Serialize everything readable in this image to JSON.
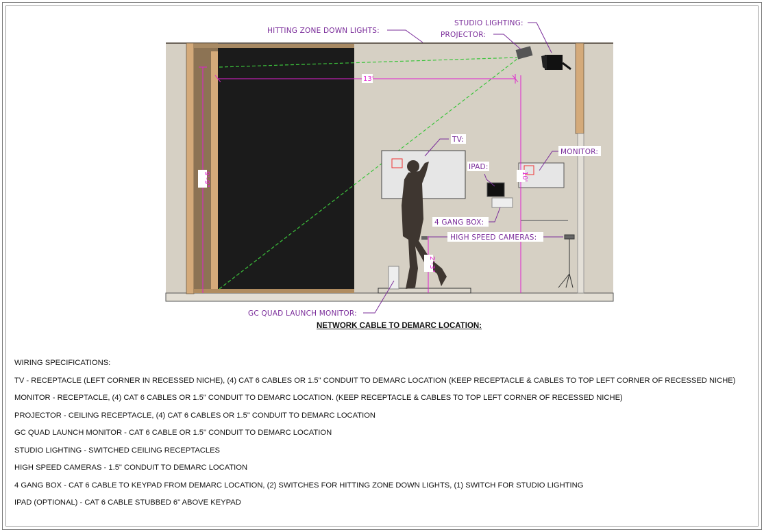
{
  "labels": {
    "hitting_zone": "HITTING ZONE DOWN LIGHTS:",
    "studio_lighting": "STUDIO LIGHTING:",
    "projector": "PROJECTOR:",
    "tv": "TV:",
    "ipad": "IPAD:",
    "monitor": "MONITOR:",
    "gang_box": "4 GANG BOX:",
    "cameras": "HIGH SPEED CAMERAS:",
    "launch_monitor": "GC QUAD LAUNCH MONITOR:"
  },
  "dimensions": {
    "width": "13'",
    "height_left": "9'-9\"",
    "height_right": "10'",
    "camera_height": "2'-3\""
  },
  "section_title": "NETWORK CABLE TO DEMARC LOCATION:",
  "specs": [
    "WIRING SPECIFICATIONS:",
    "TV - RECEPTACLE (LEFT CORNER IN RECESSED NICHE), (4) CAT 6 CABLES OR 1.5\" CONDUIT TO DEMARC LOCATION (KEEP RECEPTACLE & CABLES TO TOP LEFT CORNER OF RECESSED NICHE)",
    "MONITOR - RECEPTACLE, (4) CAT 6 CABLES OR 1.5\" CONDUIT TO DEMARC LOCATION. (KEEP RECEPTACLE & CABLES TO TOP LEFT CORNER OF RECESSED NICHE)",
    "PROJECTOR - CEILING RECEPTACLE, (4) CAT 6 CABLES OR 1.5\" CONDUIT TO DEMARC LOCATION",
    "GC QUAD LAUNCH MONITOR - CAT 6 CABLE OR 1.5\" CONDUIT TO DEMARC LOCATION",
    "STUDIO LIGHTING - SWITCHED CEILING RECEPTACLES",
    "HIGH SPEED CAMERAS - 1.5\" CONDUIT TO DEMARC LOCATION",
    "4 GANG BOX - CAT 6 CABLE TO KEYPAD FROM DEMARC LOCATION, (2) SWITCHES FOR HITTING ZONE DOWN LIGHTS, (1) SWITCH FOR STUDIO LIGHTING",
    "IPAD (OPTIONAL) - CAT 6 CABLE STUBBED 6\" ABOVE KEYPAD"
  ],
  "colors": {
    "label": "#7a2c9a",
    "dimension": "#e020d0",
    "wall": "#d6d0c4",
    "screen": "#1b1b1b"
  }
}
